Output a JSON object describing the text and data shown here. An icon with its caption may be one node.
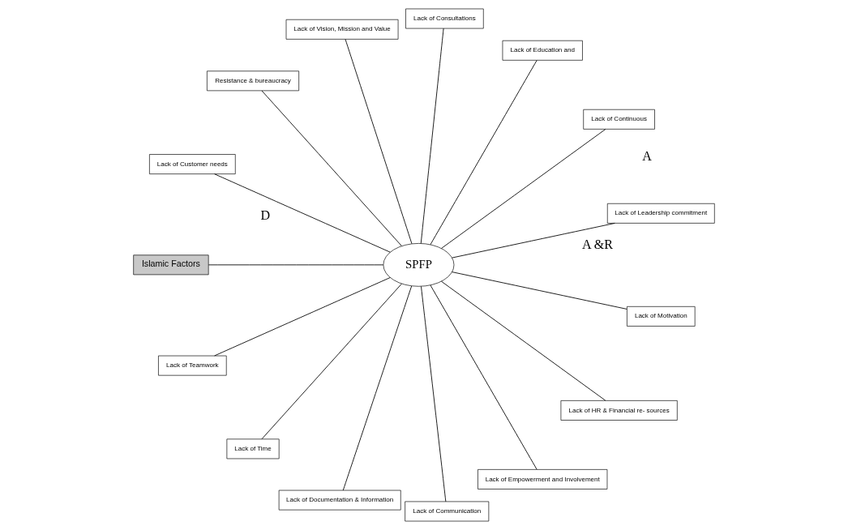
{
  "diagram": {
    "nodes": [
      {
        "text": [
          "SPFP"
        ]
      },
      {
        "text": [
          "Lack of Leadership commitment"
        ]
      },
      {
        "text": [
          "Lack of Continuous"
        ]
      },
      {
        "text": [
          "Lack of Education and"
        ]
      },
      {
        "text": [
          "Lack of Consultations"
        ]
      },
      {
        "text": [
          "Lack of Vision, Mission and Value"
        ]
      },
      {
        "text": [
          "Resistance & bureaucracy"
        ]
      },
      {
        "text": [
          "Lack of Customer needs"
        ]
      },
      {
        "text": [
          "Islamic Factors"
        ]
      },
      {
        "text": [
          "Lack of Teamwork"
        ]
      },
      {
        "text": [
          "Lack of Time"
        ]
      },
      {
        "text": [
          "Lack of Documentation & Information"
        ]
      },
      {
        "text": [
          "Lack of Communication"
        ]
      },
      {
        "text": [
          "Lack of Empowerment and Involvement"
        ]
      },
      {
        "text": [
          "Lack of HR & Financial re- sources"
        ]
      },
      {
        "text": [
          "Lack of Motivation"
        ]
      }
    ],
    "edges": [
      {
        "from": 1,
        "to": 0,
        "arrow": "none"
      },
      {
        "from": 2,
        "to": 0,
        "arrow": "none"
      },
      {
        "from": 3,
        "to": 0,
        "arrow": "none"
      },
      {
        "from": 4,
        "to": 0,
        "arrow": "none"
      },
      {
        "from": 6,
        "to": 0,
        "arrow": "none"
      },
      {
        "from": 8,
        "to": 0,
        "arrow": "none"
      },
      {
        "from": 10,
        "to": 0,
        "arrow": "none"
      },
      {
        "from": 11,
        "to": 0,
        "arrow": "none"
      },
      {
        "from": 13,
        "to": 0,
        "arrow": "none"
      },
      {
        "from": 15,
        "to": 0,
        "arrow": "none"
      },
      {
        "from": 14,
        "to": 0,
        "arrow": "none"
      },
      {
        "from": 12,
        "to": 0,
        "arrow": "none"
      },
      {
        "from": 9,
        "to": 0,
        "arrow": "none"
      },
      {
        "from": 7,
        "to": 0,
        "arrow": "none"
      },
      {
        "from": 5,
        "to": 0,
        "arrow": "none"
      }
    ],
    "labels": [
      "A &R",
      "D",
      "A"
    ]
  }
}
